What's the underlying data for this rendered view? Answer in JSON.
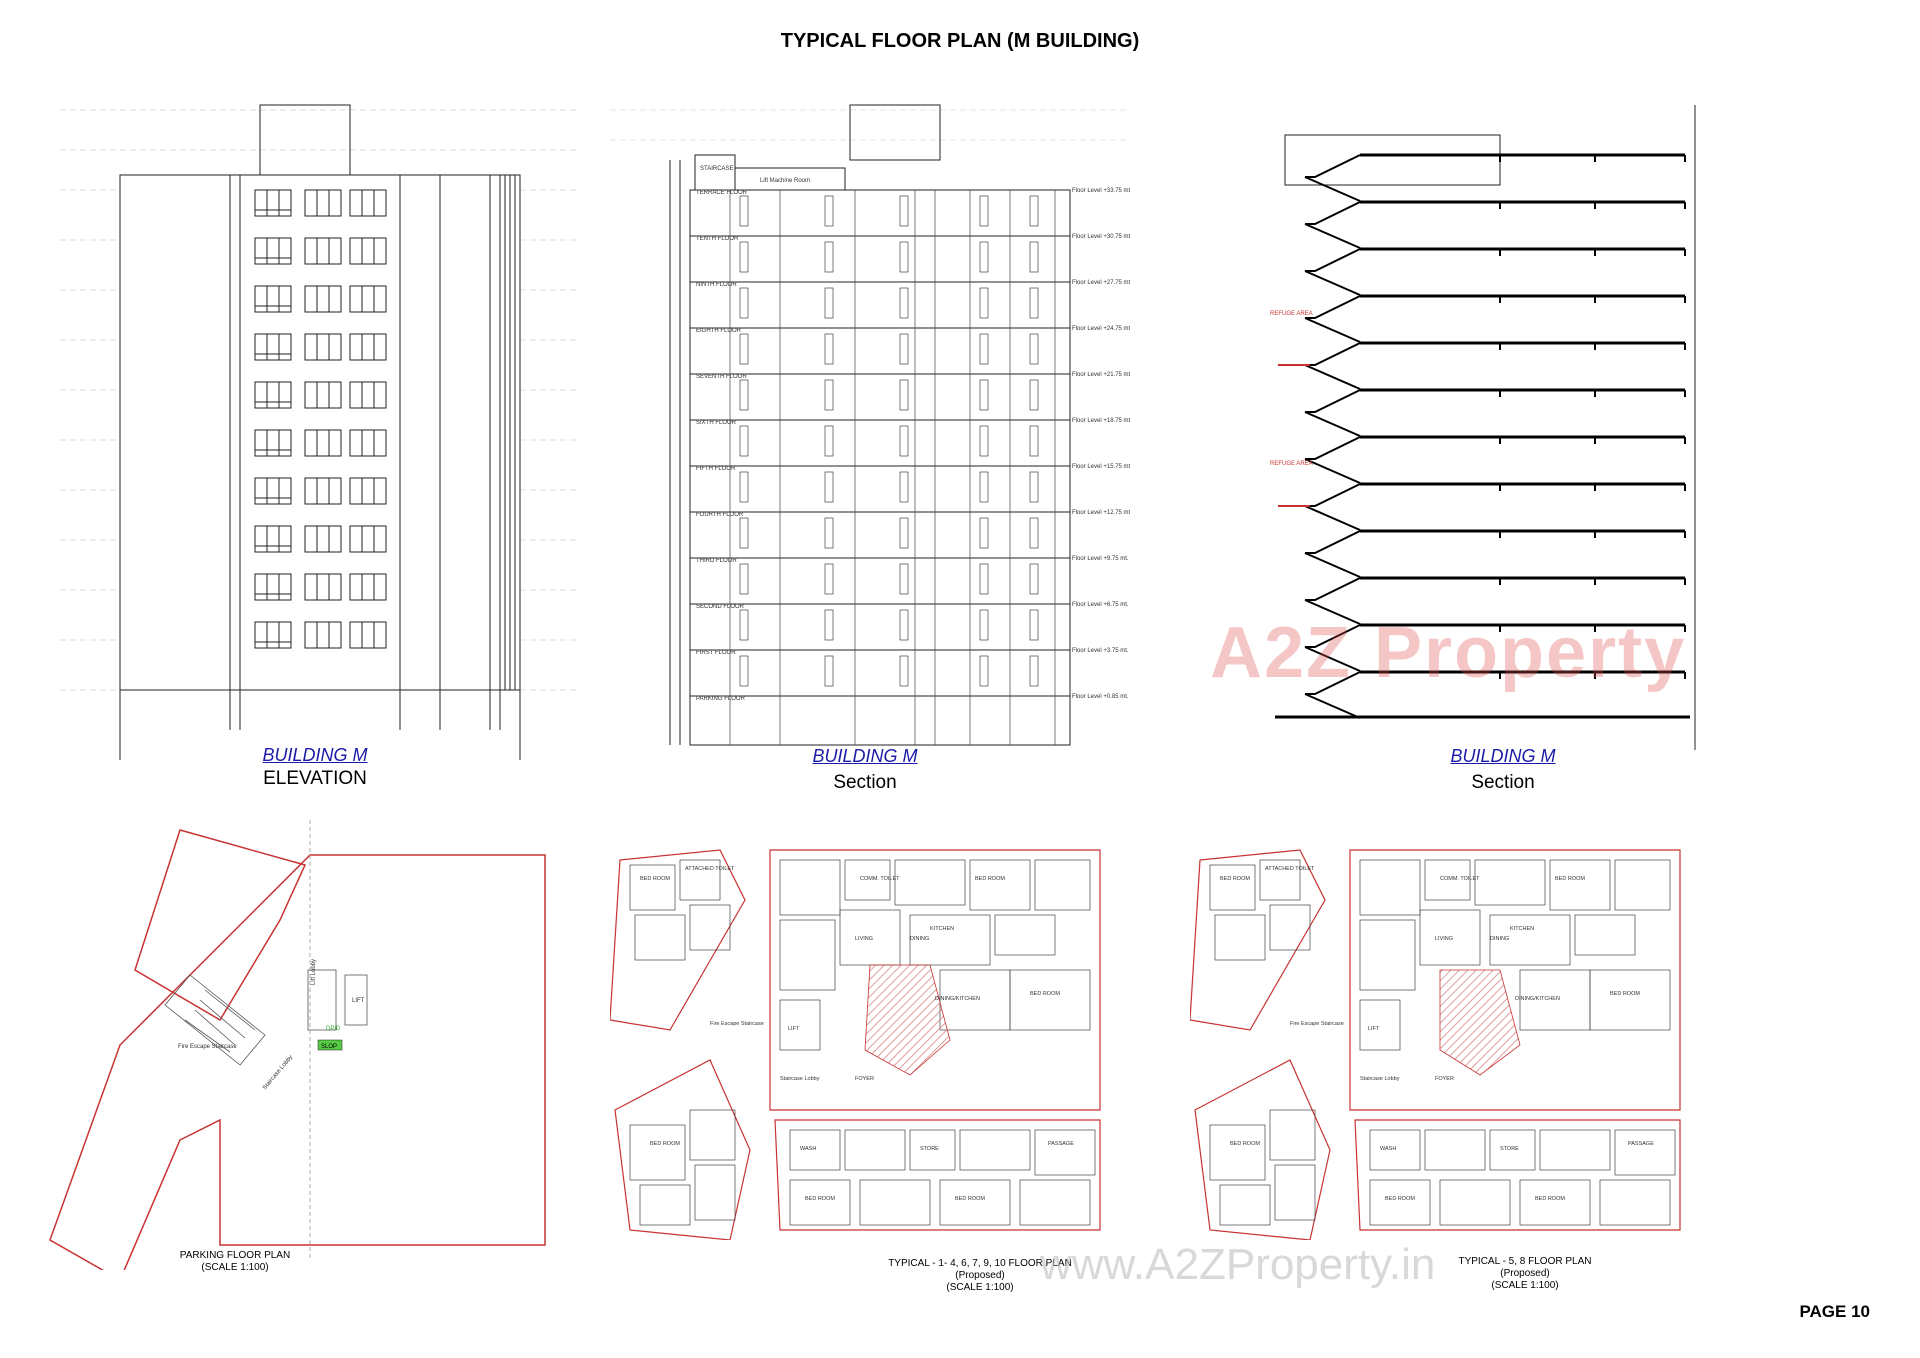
{
  "page": {
    "title": "TYPICAL FLOOR PLAN (M BUILDING)",
    "page_number": "PAGE 10"
  },
  "drawings": {
    "elevation": {
      "caption_line1": "BUILDING M",
      "caption_line2": "ELEVATION"
    },
    "section_a": {
      "caption_line1": "BUILDING M",
      "caption_line2": "Section",
      "floors": [
        "STAIRCASE",
        "TERRACE FLOOR",
        "TENTH FLOOR",
        "NINTH FLOOR",
        "EIGHTH FLOOR",
        "SEVENTH FLOOR",
        "SIXTH FLOOR",
        "FIFTH FLOOR",
        "FOURTH FLOOR",
        "THIRD FLOOR",
        "SECOND FLOOR",
        "FIRST FLOOR",
        "PARKING FLOOR"
      ],
      "levels": [
        "Floor Level +33.75 mt.",
        "Floor Level +30.75 mt.",
        "Floor Level +27.75 mt.",
        "Floor Level +24.75 mt.",
        "Floor Level +21.75 mt.",
        "Floor Level +18.75 mt.",
        "Floor Level +15.75 mt.",
        "Floor Level +12.75 mt.",
        "Floor Level +9.75 mt.",
        "Floor Level +6.75 mt.",
        "Floor Level +3.75 mt.",
        "Floor Level +0.85 mt."
      ],
      "machine_room": "Lift Machine Room"
    },
    "section_b": {
      "caption_line1": "BUILDING M",
      "caption_line2": "Section",
      "refuge_label": "REFUGE AREA"
    },
    "parking_plan": {
      "caption_line1": "PARKING FLOOR PLAN",
      "caption_line2": "(SCALE 1:100)",
      "labels": [
        "Fire Escape Staircase",
        "Staircase Lobby",
        "Lift Lobby",
        "LIFT",
        "DP/D",
        "SLOP"
      ]
    },
    "typical_plan_a": {
      "caption_line1": "TYPICAL - 1- 4, 6, 7, 9, 10 FLOOR PLAN",
      "caption_line2": "(Proposed)",
      "caption_line3": "(SCALE 1:100)",
      "rooms": [
        "BED ROOM",
        "ATTACHED TOILET",
        "COMM. TOILET",
        "LIVING",
        "DINING",
        "KITCHEN",
        "DINING/KITCHEN",
        "FOYER",
        "STORE",
        "WASH",
        "PASSAGE",
        "LIFT",
        "Fire Escape Staircase",
        "Staircase Lobby"
      ]
    },
    "typical_plan_b": {
      "caption_line1": "TYPICAL - 5, 8 FLOOR PLAN",
      "caption_line2": "(Proposed)",
      "caption_line3": "(SCALE 1:100)"
    }
  },
  "watermarks": {
    "logo": "A2Z Property",
    "url": "www.A2ZProperty.in"
  },
  "colors": {
    "caption_blue": "#1a1aa8",
    "plan_red": "#c83232",
    "hatch_red": "#d48080"
  }
}
